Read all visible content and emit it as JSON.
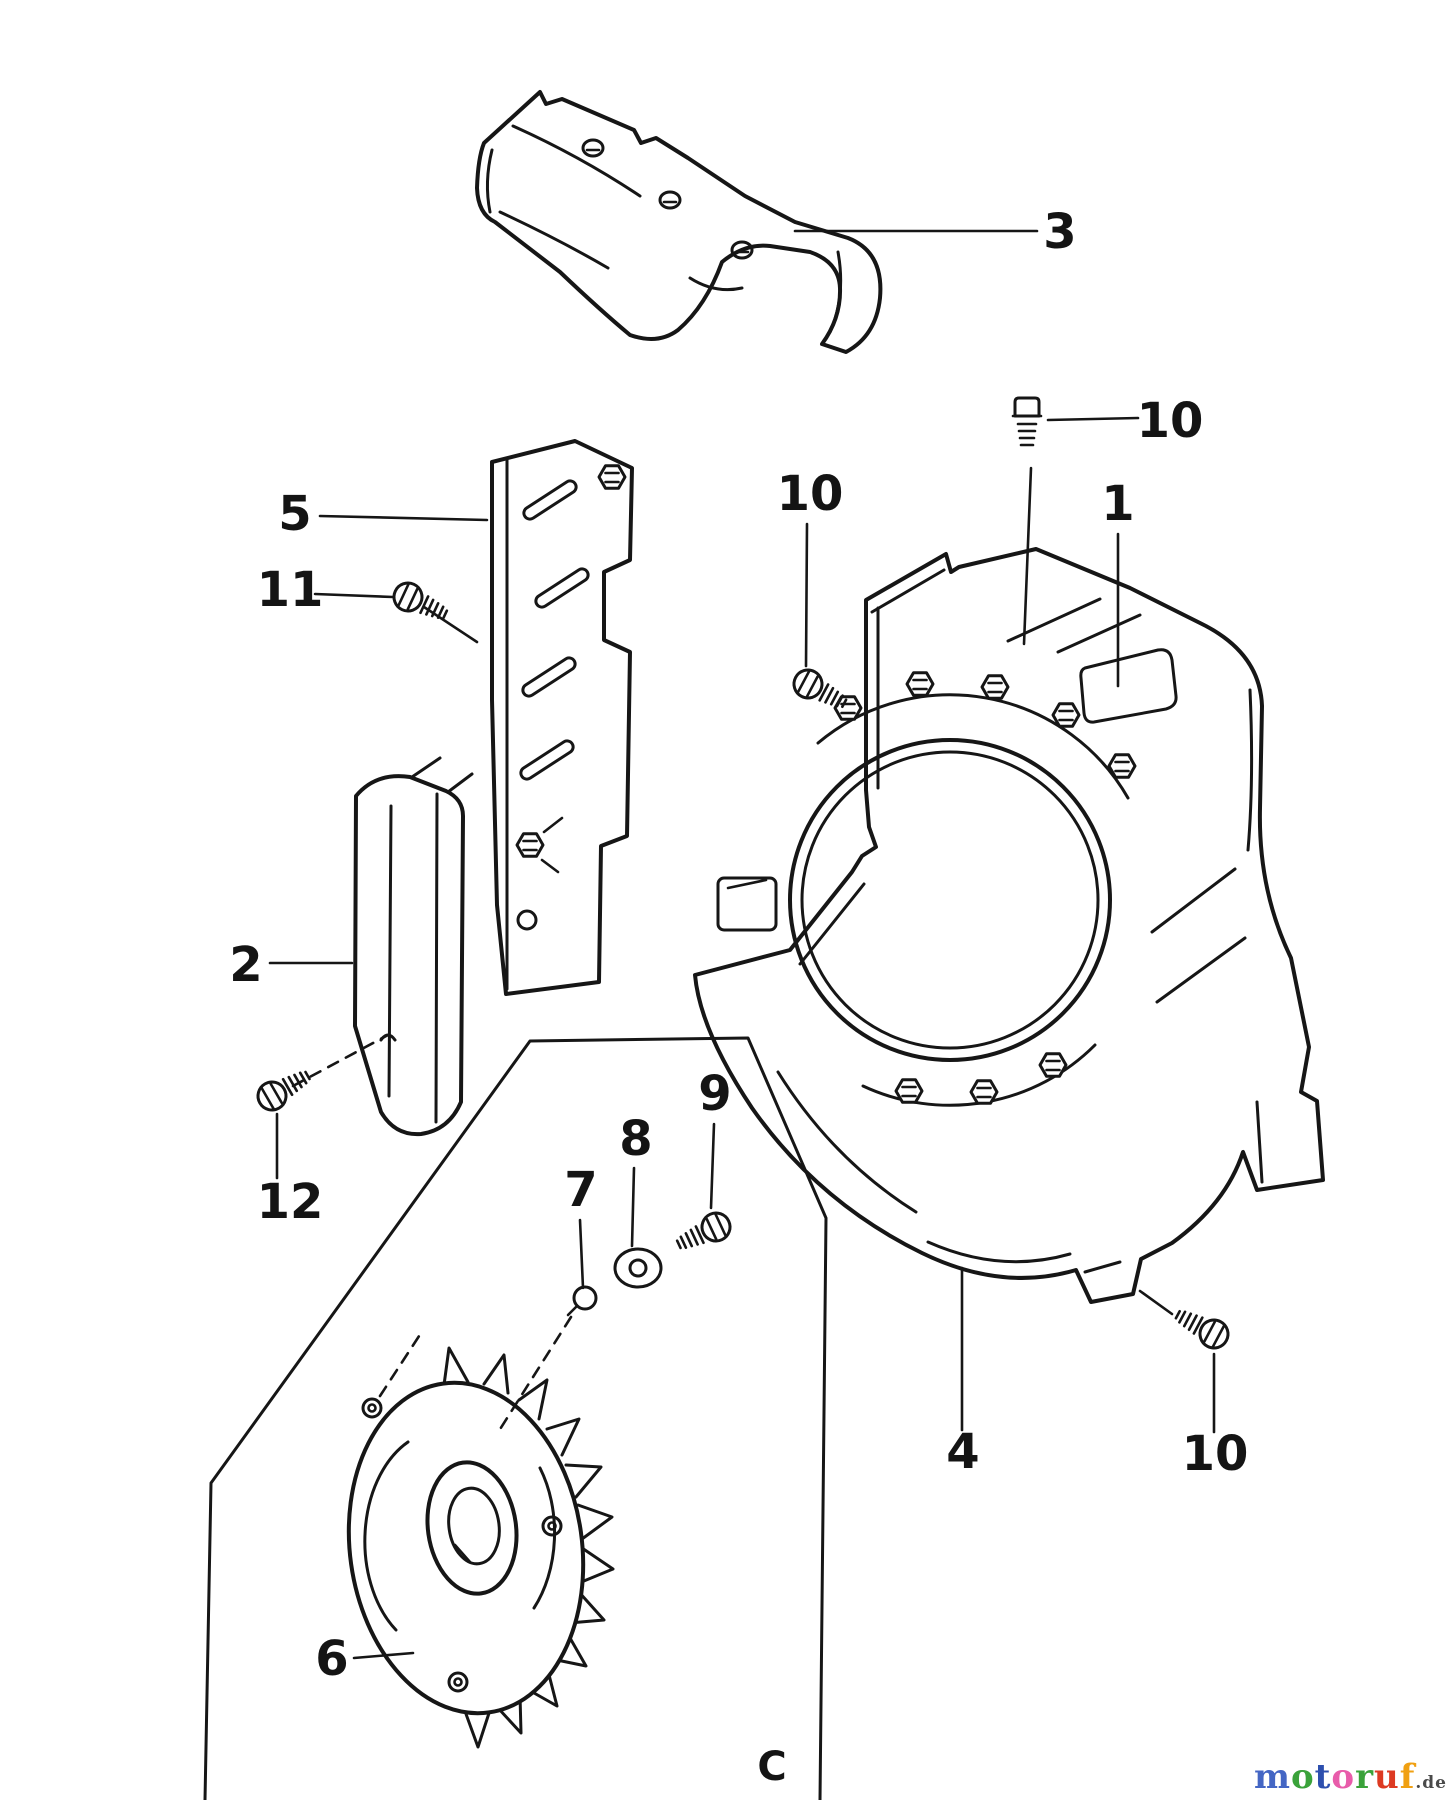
{
  "diagram": {
    "detail_marker": "C",
    "callouts": [
      {
        "id": "label-3",
        "text": "3"
      },
      {
        "id": "label-5",
        "text": "5"
      },
      {
        "id": "label-11",
        "text": "11"
      },
      {
        "id": "label-2",
        "text": "2"
      },
      {
        "id": "label-12",
        "text": "12"
      },
      {
        "id": "label-10-top",
        "text": "10"
      },
      {
        "id": "label-1",
        "text": "1"
      },
      {
        "id": "label-10-left",
        "text": "10"
      },
      {
        "id": "label-9",
        "text": "9"
      },
      {
        "id": "label-8",
        "text": "8"
      },
      {
        "id": "label-7",
        "text": "7"
      },
      {
        "id": "label-6",
        "text": "6"
      },
      {
        "id": "label-4",
        "text": "4"
      },
      {
        "id": "label-10-bottom",
        "text": "10"
      }
    ],
    "line_color": "#161616",
    "background": "#ffffff"
  },
  "watermark": {
    "letters": [
      {
        "ch": "m",
        "color": "#4466c4"
      },
      {
        "ch": "o",
        "color": "#3aa23a"
      },
      {
        "ch": "t",
        "color": "#2d4fae"
      },
      {
        "ch": "o",
        "color": "#e85caa"
      },
      {
        "ch": "r",
        "color": "#3aa23a"
      },
      {
        "ch": "u",
        "color": "#dd3a22"
      },
      {
        "ch": "f",
        "color": "#f0a012"
      }
    ],
    "suffix": {
      "text": ".de",
      "color": "#4a4a4a"
    }
  }
}
